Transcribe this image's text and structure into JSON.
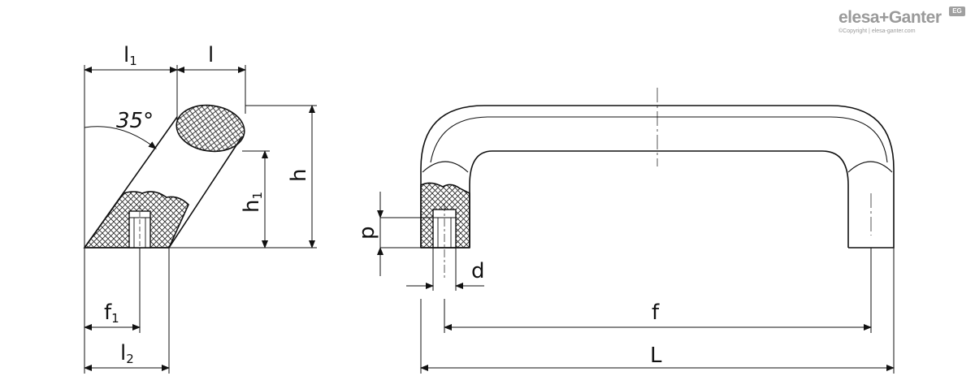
{
  "brand": {
    "name": "elesa+Ganter",
    "copyright": "©Copyright | elesa-ganter.com",
    "badge": "EG"
  },
  "labels": {
    "l1": "l",
    "l1_sub": "1",
    "l": "l",
    "angle": "35°",
    "h": "h",
    "h1": "h",
    "h1_sub": "1",
    "f1": "f",
    "f1_sub": "1",
    "l2": "l",
    "l2_sub": "2",
    "p": "p",
    "d": "d",
    "f": "f",
    "L": "L"
  },
  "colors": {
    "line": "#111111",
    "hatch": "#222222",
    "brand": "#9a9a9a"
  }
}
